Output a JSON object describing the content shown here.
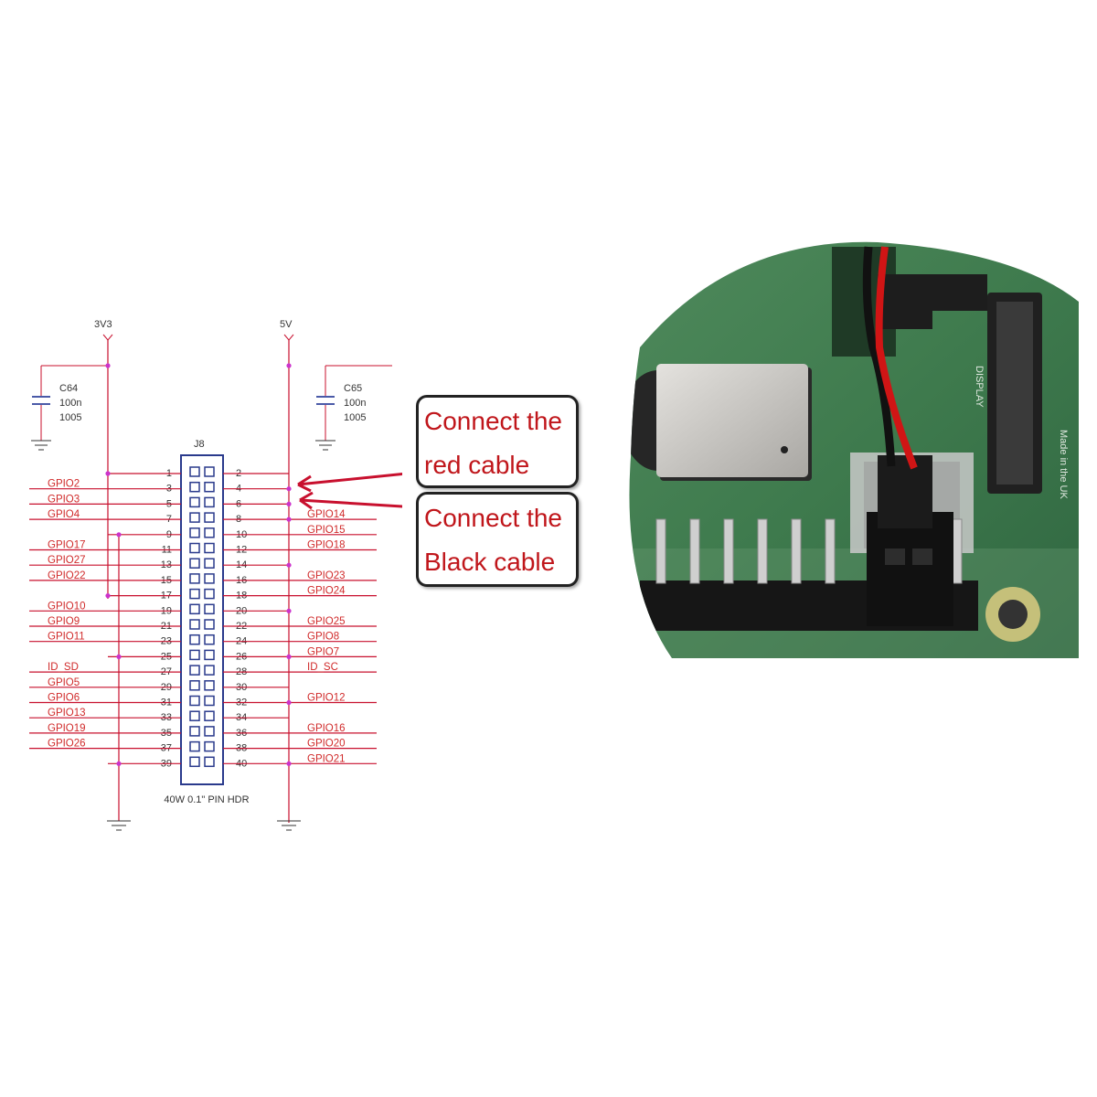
{
  "schematic": {
    "rail_left": "3V3",
    "rail_right": "5V",
    "cap_left": {
      "ref": "C64",
      "value": "100n",
      "package": "1005"
    },
    "cap_right": {
      "ref": "C65",
      "value": "100n",
      "package": "1005"
    },
    "header_ref": "J8",
    "header_caption": "40W 0.1\" PIN HDR",
    "left_labels": [
      "",
      "GPIO2",
      "GPIO3",
      "GPIO4",
      "",
      "GPIO17",
      "GPIO27",
      "GPIO22",
      "",
      "GPIO10",
      "GPIO9",
      "GPIO11",
      "",
      "ID_SD",
      "GPIO5",
      "GPIO6",
      "GPIO13",
      "GPIO19",
      "GPIO26",
      ""
    ],
    "right_labels": [
      "",
      "",
      "",
      "GPIO14",
      "GPIO15",
      "GPIO18",
      "",
      "GPIO23",
      "GPIO24",
      "",
      "GPIO25",
      "GPIO8",
      "GPIO7",
      "ID_SC",
      "",
      "GPIO12",
      "",
      "GPIO16",
      "GPIO20",
      "GPIO21"
    ],
    "odd_pins": [
      "1",
      "3",
      "5",
      "7",
      "9",
      "11",
      "13",
      "15",
      "17",
      "19",
      "21",
      "23",
      "25",
      "27",
      "29",
      "31",
      "33",
      "35",
      "37",
      "39"
    ],
    "even_pins": [
      "2",
      "4",
      "6",
      "8",
      "10",
      "12",
      "14",
      "16",
      "18",
      "20",
      "22",
      "24",
      "26",
      "28",
      "30",
      "32",
      "34",
      "36",
      "38",
      "40"
    ],
    "colors": {
      "wire": "#c8102e",
      "node": "#cc33cc",
      "header": "#2a3a8c",
      "label": "#d02a2a"
    }
  },
  "callouts": {
    "red": [
      "Connect the",
      "red cable"
    ],
    "black": [
      "Connect the",
      "Black cable"
    ]
  },
  "photo": {
    "board_text_1": "DISPLAY",
    "board_text_2": "Made in the UK"
  }
}
